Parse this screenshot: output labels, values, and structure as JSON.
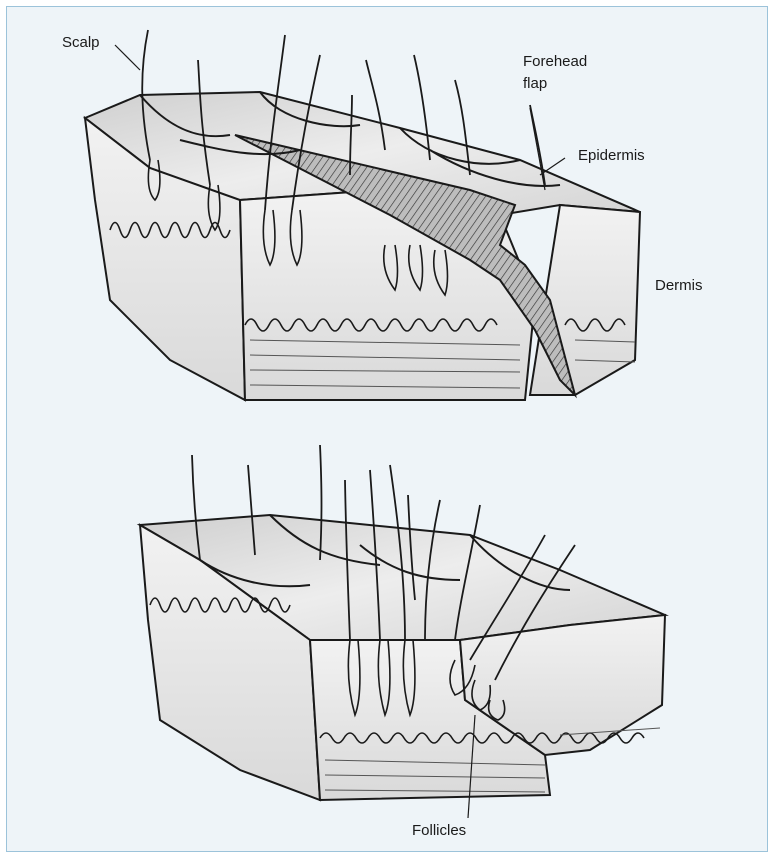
{
  "labels": {
    "scalp": "Scalp",
    "forehead_flap_line1": "Forehead",
    "forehead_flap_line2": "flap",
    "epidermis": "Epidermis",
    "dermis": "Dermis",
    "follicles": "Follicles"
  },
  "colors": {
    "frame_background": "#eef4f8",
    "frame_border": "#9cc3da",
    "ink": "#1a1a1a"
  }
}
